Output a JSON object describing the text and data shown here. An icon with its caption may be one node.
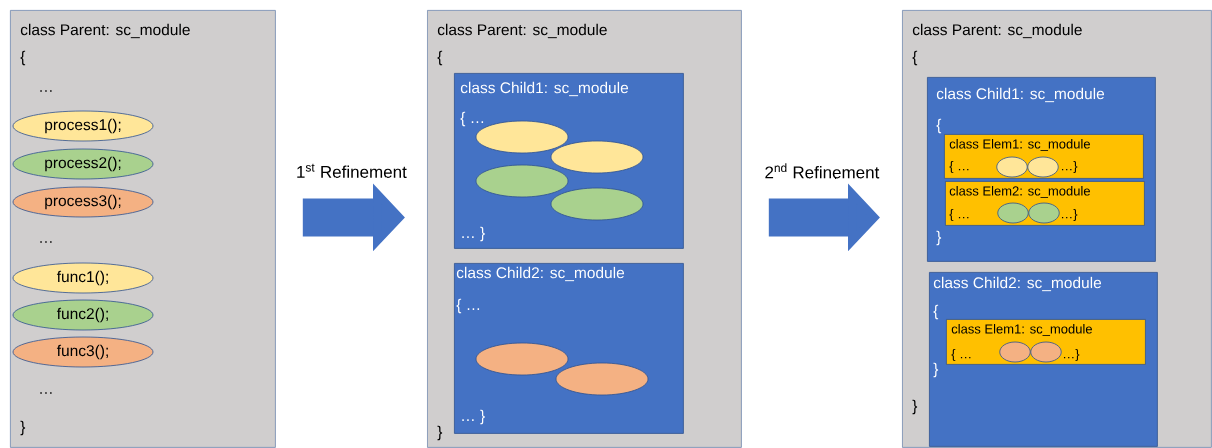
{
  "diagram": {
    "nodes": [
      {
        "text": [
          "class Parent: sc_module",
          "{",
          "…",
          "…",
          "…",
          "}"
        ]
      },
      {
        "text": [
          "process1();"
        ],
        "in": 0
      },
      {
        "text": [
          "process2();"
        ],
        "in": 0
      },
      {
        "text": [
          "process3();"
        ],
        "in": 0
      },
      {
        "text": [
          "func1();"
        ],
        "in": 0
      },
      {
        "text": [
          "func2();"
        ],
        "in": 0
      },
      {
        "text": [
          "func3();"
        ],
        "in": 0
      },
      {
        "text": [
          "class Parent: sc_module",
          "{",
          "}"
        ]
      },
      {
        "text": [
          "class Child1: sc_module",
          "{ …",
          "… }"
        ],
        "in": 7
      },
      {
        "text": [],
        "shape": "ellipse",
        "in": 8
      },
      {
        "text": [],
        "shape": "ellipse",
        "in": 8
      },
      {
        "text": [],
        "shape": "ellipse",
        "in": 8
      },
      {
        "text": [],
        "shape": "ellipse",
        "in": 8
      },
      {
        "text": [
          "class Child2: sc_module",
          "{  …",
          "… }"
        ],
        "in": 7
      },
      {
        "text": [],
        "shape": "ellipse",
        "in": 13
      },
      {
        "text": [],
        "shape": "ellipse",
        "in": 13
      },
      {
        "text": [
          "class Parent: sc_module",
          "{",
          "}"
        ]
      },
      {
        "text": [
          "class Child1: sc_module",
          "{",
          "}"
        ],
        "in": 16
      },
      {
        "text": [
          "class Elem1: sc_module",
          "{ …",
          "…}"
        ],
        "in": 17
      },
      {
        "text": [],
        "shape": "ellipse",
        "in": 18
      },
      {
        "text": [],
        "shape": "ellipse",
        "in": 18
      },
      {
        "text": [
          "class Elem2: sc_module",
          "{ …",
          "…}"
        ],
        "in": 17
      },
      {
        "text": [],
        "shape": "ellipse",
        "in": 21
      },
      {
        "text": [],
        "shape": "ellipse",
        "in": 21
      },
      {
        "text": [
          "class Child2: sc_module",
          "{",
          "}"
        ],
        "in": 16
      },
      {
        "text": [
          "class Elem1: sc_module",
          "{ …",
          "…}"
        ],
        "in": 24
      },
      {
        "text": [],
        "shape": "ellipse",
        "in": 25
      },
      {
        "text": [],
        "shape": "ellipse",
        "in": 25
      }
    ],
    "edges": [
      {
        "from": 0,
        "to": 7,
        "arrow": "to",
        "label": "1$^{st}$ Refinement"
      },
      {
        "from": 7,
        "to": 16,
        "arrow": "to",
        "label": "2$^{nd}$ Refinement"
      }
    ]
  }
}
